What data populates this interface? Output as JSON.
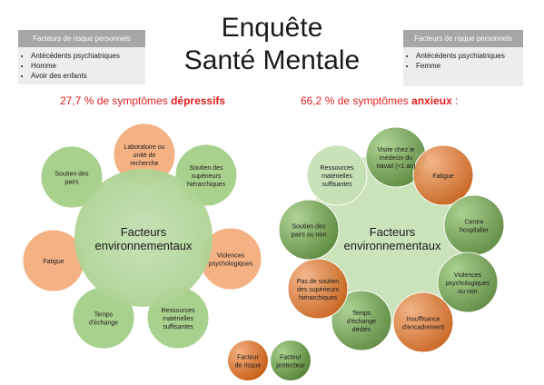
{
  "title_line1": "Enquête",
  "title_line2": "Santé Mentale",
  "left_box": {
    "header": "Facteurs de risque personnels",
    "items": [
      "Antécédents psychiatriques",
      "Homme",
      "Avoir des enfants"
    ]
  },
  "right_box": {
    "header": "Facteurs de risque personnels",
    "items": [
      "Antécédents psychiatriques",
      "Femme"
    ]
  },
  "left_subtitle": {
    "prefix": "27,7 % de symptômes ",
    "bold": "dépressifs",
    "suffix": ""
  },
  "right_subtitle": {
    "prefix": "66,2 % de symptômes ",
    "bold": "anxieux",
    "suffix": " :"
  },
  "center_label": [
    "Facteurs",
    "environnementaux"
  ],
  "colors": {
    "risk_fill": "#f4b183",
    "protect_fill": "#a9d18e",
    "center_fill": "#c5e0b4",
    "risk_gradient_dark": "#c55a11",
    "protect_gradient_dark": "#548235",
    "subtitle_red": "#e02020"
  },
  "left_circles": [
    {
      "label": [
        "Laboratoire ou",
        "unité de",
        "recherche"
      ],
      "kind": "risk"
    },
    {
      "label": [
        "Soutien des",
        "supérieurs",
        "hiérarchiques"
      ],
      "kind": "protect"
    },
    {
      "label": [
        "Violences",
        "psychologiques"
      ],
      "kind": "risk"
    },
    {
      "label": [
        "Ressources",
        "matérielles",
        "suffisantes"
      ],
      "kind": "protect"
    },
    {
      "label": [
        "Temps",
        "d'échange"
      ],
      "kind": "protect"
    },
    {
      "label": [
        "Fatigue"
      ],
      "kind": "risk"
    },
    {
      "label": [
        "Soutien des",
        "pairs"
      ],
      "kind": "protect"
    }
  ],
  "right_circles": [
    {
      "label": [
        "Visite chez le",
        "médecin du",
        "travail (<1 an)"
      ],
      "kind": "protect"
    },
    {
      "label": [
        "Fatigue"
      ],
      "kind": "risk"
    },
    {
      "label": [
        "Centre",
        "hospitalier"
      ],
      "kind": "protect"
    },
    {
      "label": [
        "Violences",
        "psychologiques",
        "ou non"
      ],
      "kind": "protect"
    },
    {
      "label": [
        "Insuffisance",
        "d'encadrement"
      ],
      "kind": "risk"
    },
    {
      "label": [
        "Temps",
        "d'échange",
        "dédiés"
      ],
      "kind": "protect"
    },
    {
      "label": [
        "Pas de soutien",
        "des supérieurs",
        "hiérarchiques"
      ],
      "kind": "risk"
    },
    {
      "label": [
        "Soutien des",
        "pairs ou non"
      ],
      "kind": "protect"
    },
    {
      "label": [
        "Ressources",
        "matérielles",
        "suffisantes"
      ],
      "kind": "protect_light"
    }
  ],
  "legend": [
    {
      "label": [
        "Facteur",
        "de risque"
      ],
      "kind": "risk"
    },
    {
      "label": [
        "Facteur",
        "protecteur"
      ],
      "kind": "protect"
    }
  ]
}
